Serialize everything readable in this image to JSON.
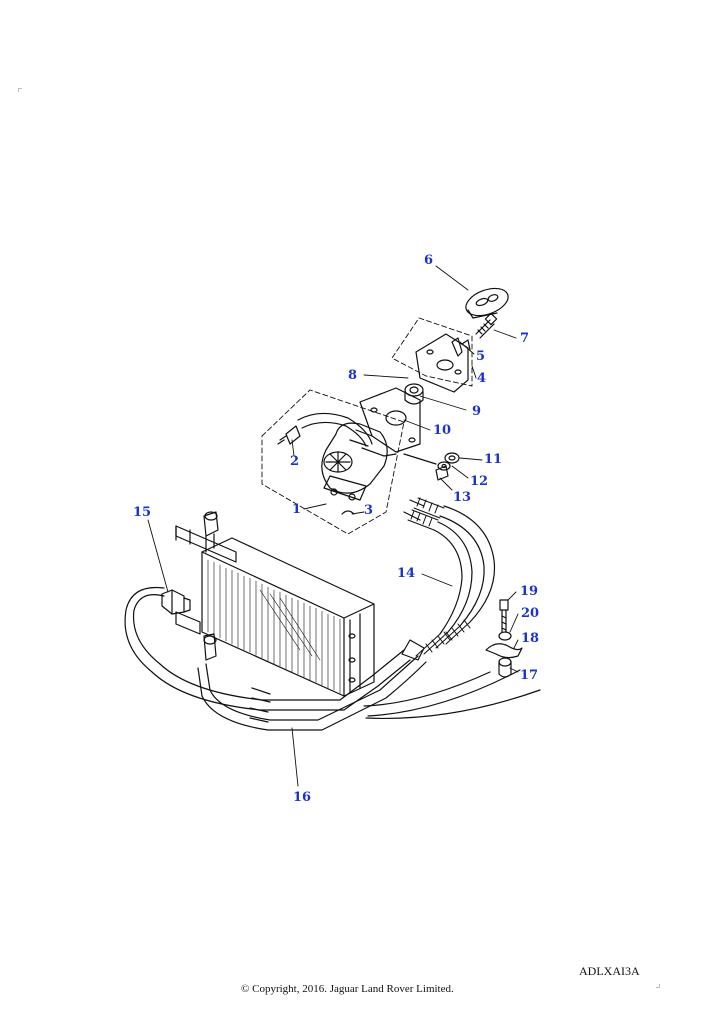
{
  "diagram": {
    "callouts": [
      "6",
      "7",
      "5",
      "4",
      "8",
      "9",
      "10",
      "2",
      "11",
      "12",
      "13",
      "1",
      "3",
      "15",
      "14",
      "19",
      "20",
      "18",
      "17",
      "16"
    ],
    "colors": {
      "callout": "#1a33cc",
      "line": "#111111"
    }
  },
  "footer": {
    "code": "ADLXAI3A",
    "copyright": "© Copyright, 2016. Jaguar Land Rover Limited."
  }
}
